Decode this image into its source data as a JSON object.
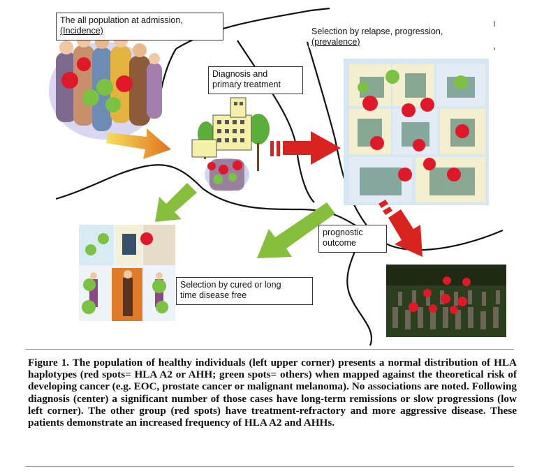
{
  "figure": {
    "labels": {
      "admission_line1": "The all population at admission,",
      "admission_line2": "(Incidence)",
      "diagnosis_line1": "Diagnosis and",
      "diagnosis_line2": "primary treatment",
      "relapse_line1": "Selection by relapse, progression,",
      "relapse_line2": "(prevalence)",
      "prognostic_line1": "prognostic",
      "prognostic_line2": "outcome",
      "cured_line1": "Selection by cured or long",
      "cured_line2": "time disease free"
    },
    "colors": {
      "red_spot": "#e0182a",
      "green_spot": "#7cc242",
      "red_arrow": "#d9231f",
      "green_arrow": "#86bf3c",
      "boundary_line": "#111111"
    },
    "icons": [
      "people-group-clipart",
      "hospital-building-clipart",
      "patients-panel-clipart",
      "healthy-people-panel-clipart",
      "cemetery-clipart"
    ]
  },
  "caption": {
    "text": "Figure 1. The population of healthy individuals (left upper corner) presents a normal distribution of HLA haplotypes (red spots= HLA A2 or AHH; green spots= others) when mapped against the theoretical risk of developing cancer (e.g. EOC, prostate cancer or malignant melanoma). No associations are noted. Following diagnosis (center) a significant number of those cases have long-term remissions or slow progressions (low left corner). The other group (red spots) have treatment-refractory and more aggressive disease. These patients demonstrate an increased frequency of HLA A2 and AHHs."
  }
}
